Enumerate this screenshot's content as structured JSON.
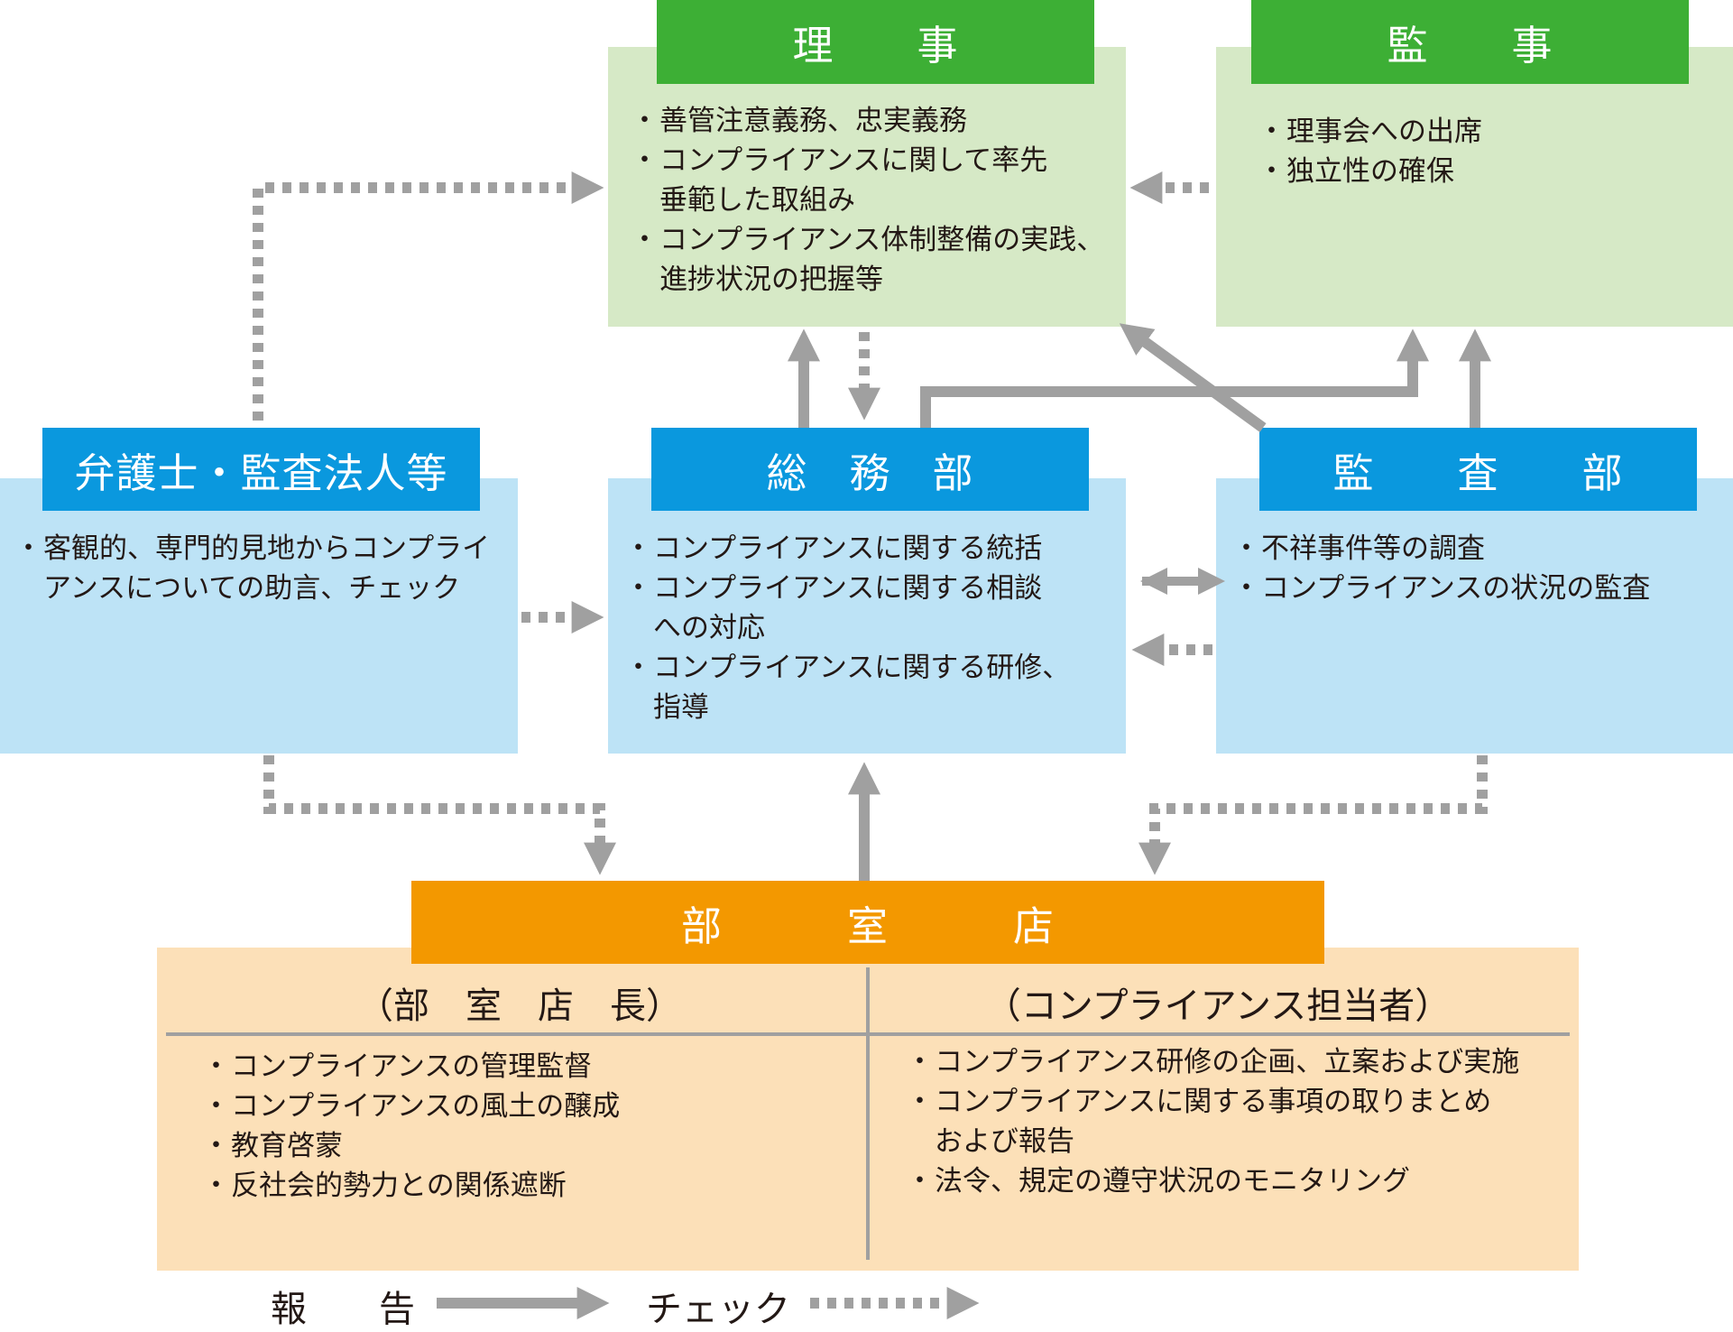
{
  "riji": {
    "title": "理　　事",
    "items": [
      "善管注意義務、忠実義務",
      "コンプライアンスに関して率先\n垂範した取組み",
      "コンプライアンス体制整備の実践、\n進捗状況の把握等"
    ]
  },
  "kanji": {
    "title": "監　　事",
    "items": [
      "理事会への出席",
      "独立性の確保"
    ]
  },
  "bengoshi": {
    "title": "弁護士・監査法人等",
    "items": [
      "客観的、専門的見地からコンプライ\nアンスについての助言、チェック"
    ]
  },
  "somubu": {
    "title": "総　務　部",
    "items": [
      "コンプライアンスに関する統括",
      "コンプライアンスに関する相談\nへの対応",
      "コンプライアンスに関する研修、\n指導"
    ]
  },
  "kansabu": {
    "title": "監　　査　　部",
    "items": [
      "不祥事件等の調査",
      "コンプライアンスの状況の監査"
    ]
  },
  "bushitsuten": {
    "title": "部　　　室　　　店",
    "left_heading": "（部　室　店　長）",
    "left_items": [
      "コンプライアンスの管理監督",
      "コンプライアンスの風土の醸成",
      "教育啓蒙",
      "反社会的勢力との関係遮断"
    ],
    "right_heading": "（コンプライアンス担当者）",
    "right_items": [
      "コンプライアンス研修の企画、立案および実施",
      "コンプライアンスに関する事項の取りまとめ\nおよび報告",
      "法令、規定の遵守状況のモニタリング"
    ]
  },
  "legend": {
    "report_label": "報　　告",
    "check_label": "チェック"
  },
  "colors": {
    "green_header": "#3daf35",
    "green_body": "#d6e9c6",
    "blue_header": "#0a98de",
    "blue_body": "#bde3f6",
    "orange_header": "#f39800",
    "orange_body": "#fce0b8",
    "arrow": "#a0a0a0"
  }
}
